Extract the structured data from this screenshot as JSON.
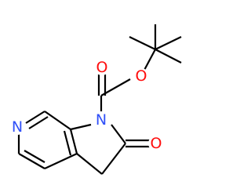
{
  "molecule": {
    "atoms": [
      {
        "symbol": "O",
        "color": "#ff0d0d"
      },
      {
        "symbol": "O",
        "color": "#ff0d0d"
      },
      {
        "symbol": "N",
        "color": "#3050f8"
      },
      {
        "symbol": "O",
        "color": "#ff0d0d"
      },
      {
        "symbol": "N",
        "color": "#3050f8"
      }
    ],
    "bond_color": "#000000"
  }
}
